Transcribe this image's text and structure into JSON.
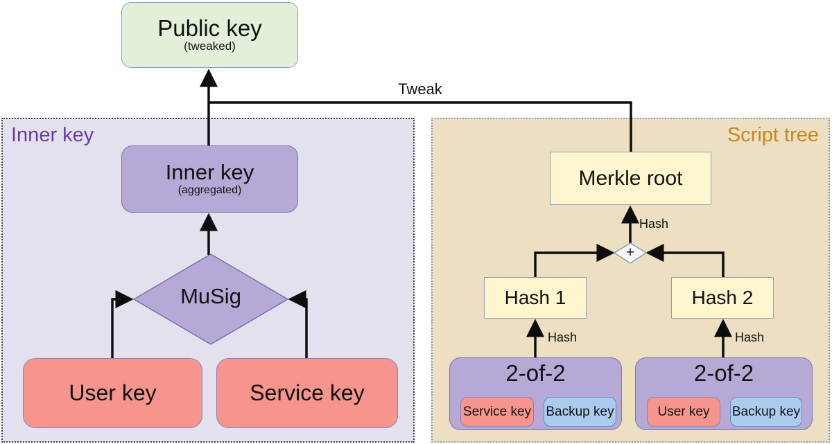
{
  "public_key": {
    "title": "Public key",
    "subtitle": "(tweaked)"
  },
  "tweak_label": "Tweak",
  "inner_panel": {
    "title": "Inner key",
    "aggregated_key": {
      "title": "Inner key",
      "subtitle": "(aggregated)"
    },
    "musig_label": "MuSig",
    "user_key_label": "User key",
    "service_key_label": "Service key"
  },
  "script_panel": {
    "title": "Script tree",
    "merkle_root_label": "Merkle root",
    "combine_label": "+",
    "root_edge_label": "Hash",
    "hash1": {
      "title": "Hash 1",
      "edge_label": "Hash"
    },
    "hash2": {
      "title": "Hash 2",
      "edge_label": "Hash"
    },
    "leaf1": {
      "title": "2-of-2",
      "keys": [
        "Service key",
        "Backup key"
      ]
    },
    "leaf2": {
      "title": "2-of-2",
      "keys": [
        "User key",
        "Backup key"
      ]
    }
  },
  "colors": {
    "public_key_fill": "#e3efd8",
    "inner_panel_fill": "#e4e1ee",
    "script_panel_fill": "#ecdfc2",
    "purple_node_fill": "#b6a9d6",
    "signing_key_fill": "#f6958d",
    "backup_key_fill": "#abccee",
    "hash_node_fill": "#fdf6ce",
    "inner_title_color": "#673ca2",
    "script_title_color": "#c8871e",
    "line_color": "#0d0d0d"
  }
}
